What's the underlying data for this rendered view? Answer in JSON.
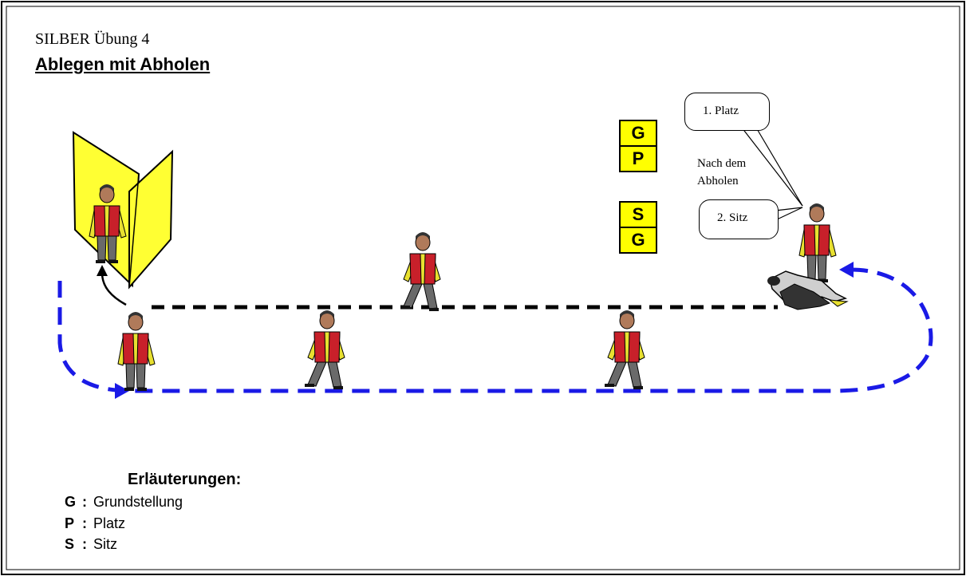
{
  "header": {
    "line1": "SILBER   Übung 4",
    "title": "Ablegen mit Abholen"
  },
  "bubbles": {
    "first": "1. Platz",
    "second": "2. Sitz"
  },
  "note": "Nach dem Abholen",
  "signs": {
    "group1": [
      "G",
      "P"
    ],
    "group2": [
      "S",
      "G"
    ]
  },
  "legend": {
    "title": "Erläuterungen:",
    "items": [
      {
        "key": "G",
        "sep": ":",
        "label": "Grundstellung"
      },
      {
        "key": "P",
        "sep": ":",
        "label": "Platz"
      },
      {
        "key": "S",
        "sep": ":",
        "label": "Sitz"
      }
    ]
  },
  "colors": {
    "path_black": "#000000",
    "path_blue": "#1a1ae6",
    "sign_yellow": "#ffff00",
    "vest_red": "#c8202a",
    "shirt_yellow": "#e8e030",
    "trousers_grey": "#6a6a6a",
    "screen_yellow": "#ffff33"
  }
}
